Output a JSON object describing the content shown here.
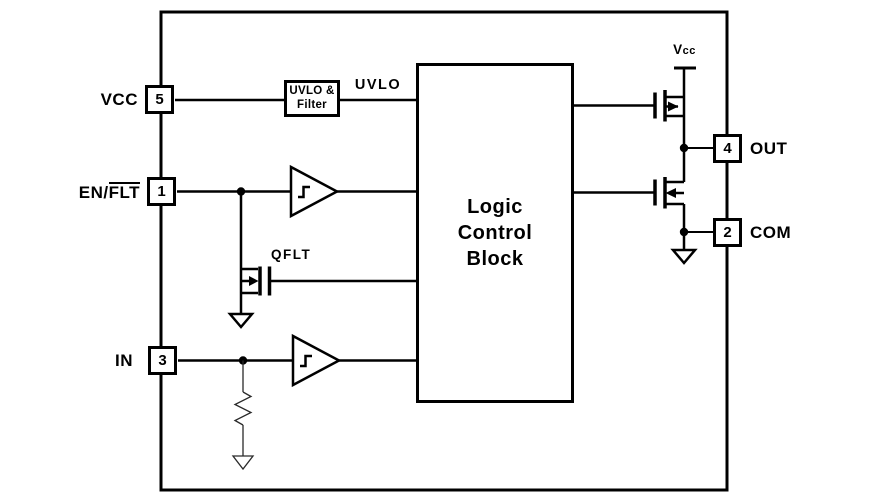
{
  "pins": {
    "vcc": {
      "number": "5",
      "label": "VCC"
    },
    "en_flt": {
      "number": "1",
      "label_prefix": "EN/",
      "label_overline": "FLT"
    },
    "in": {
      "number": "3",
      "label": "IN"
    },
    "out": {
      "number": "4",
      "label": "OUT"
    },
    "com": {
      "number": "2",
      "label": "COM"
    }
  },
  "blocks": {
    "uvlo_filter": {
      "line1": "UVLO &",
      "line2": "Filter"
    },
    "logic": {
      "line1": "Logic",
      "line2": "Control",
      "line3": "Block"
    }
  },
  "nets": {
    "uvlo_signal": "UVLO",
    "qflt_transistor": "QFLT",
    "vcc_rail_prefix": "V",
    "vcc_rail_sub": "cc"
  },
  "colors": {
    "line": "#000000",
    "background": "#ffffff"
  }
}
